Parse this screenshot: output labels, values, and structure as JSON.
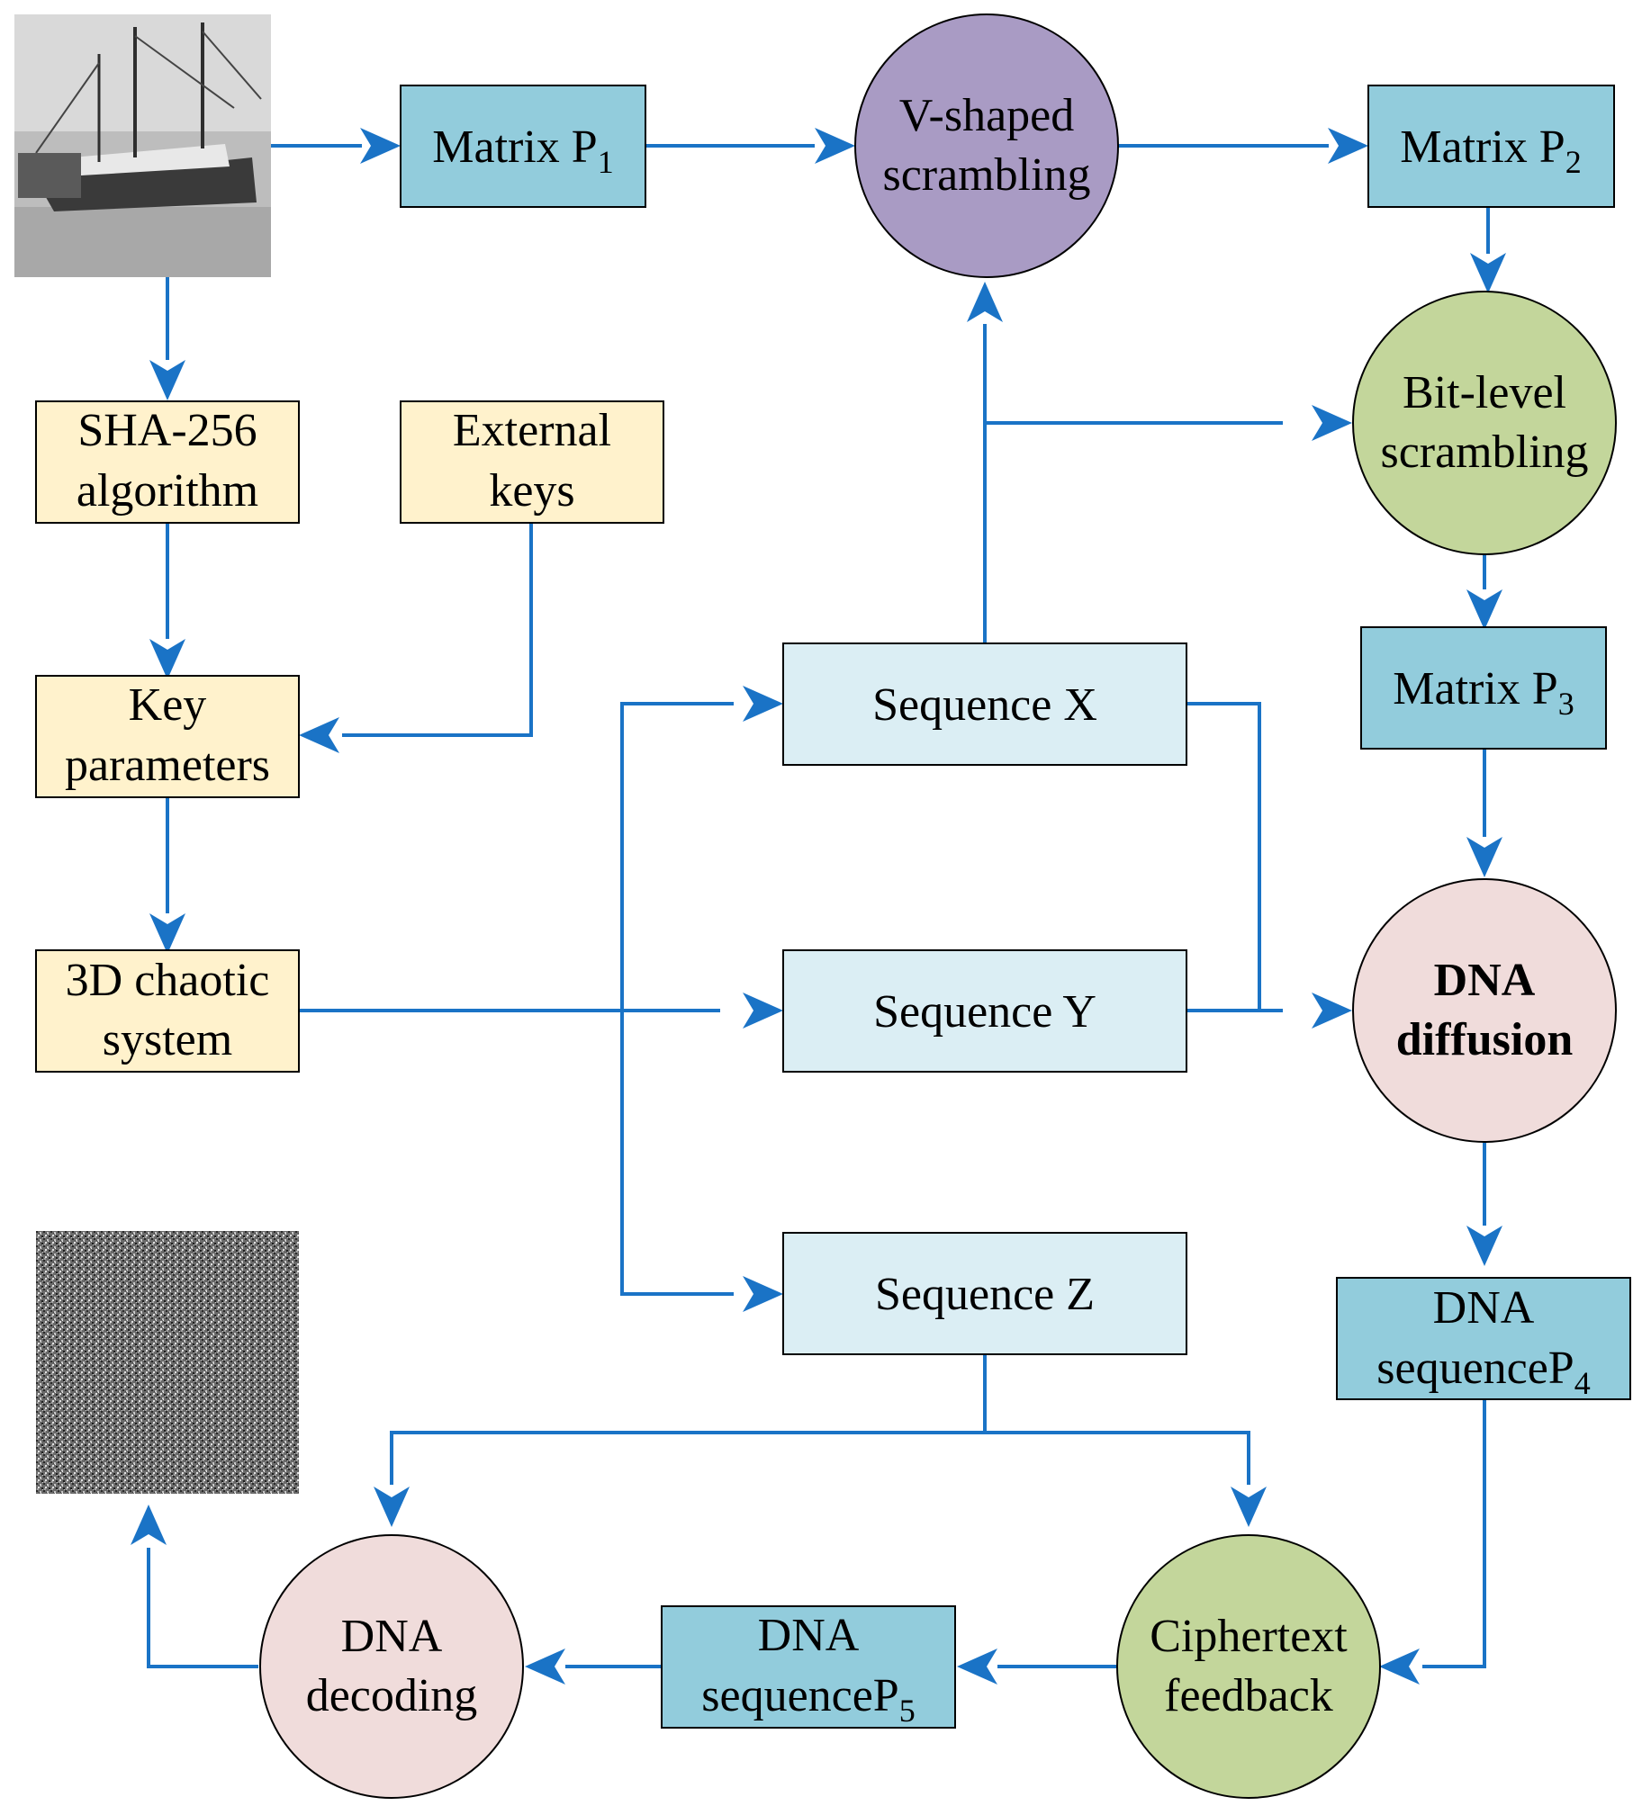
{
  "colors": {
    "arrow": "#1a73c6",
    "box_teal": "#92ccdc",
    "box_light_blue": "#dbeef4",
    "box_yellow": "#fff2cc",
    "circle_purple": "#a99bc4",
    "circle_green": "#c3d69b",
    "circle_pink": "#f0dcdb"
  },
  "images": {
    "input": {
      "icon": "plain-image-boat"
    },
    "output": {
      "icon": "cipher-image-noise"
    }
  },
  "nodes": {
    "matrix_p1": {
      "text": "Matrix P",
      "sub": "1"
    },
    "v_scrambling": {
      "line1": "V-shaped",
      "line2": "scrambling"
    },
    "matrix_p2": {
      "text": "Matrix P",
      "sub": "2"
    },
    "sha256": {
      "line1": "SHA-256",
      "line2": "algorithm"
    },
    "external_keys": {
      "line1": "External",
      "line2": "keys"
    },
    "bit_scrambling": {
      "line1": "Bit-level",
      "line2": "scrambling"
    },
    "key_parameters": {
      "line1": "Key",
      "line2": "parameters"
    },
    "sequence_x": {
      "text": "Sequence X"
    },
    "matrix_p3": {
      "text": "Matrix P",
      "sub": "3"
    },
    "chaotic_system": {
      "line1": "3D chaotic",
      "line2": "system"
    },
    "sequence_y": {
      "text": "Sequence Y"
    },
    "dna_diffusion": {
      "line1": "DNA",
      "line2": "diffusion"
    },
    "sequence_z": {
      "text": "Sequence Z"
    },
    "dna_seq_p4": {
      "line1": "DNA",
      "line2": "sequenceP",
      "sub": "4"
    },
    "dna_decoding": {
      "line1": "DNA",
      "line2": "decoding"
    },
    "dna_seq_p5": {
      "line1": "DNA",
      "line2": "sequenceP",
      "sub": "5"
    },
    "ciphertext_feedback": {
      "line1": "Ciphertext",
      "line2": "feedback"
    }
  }
}
